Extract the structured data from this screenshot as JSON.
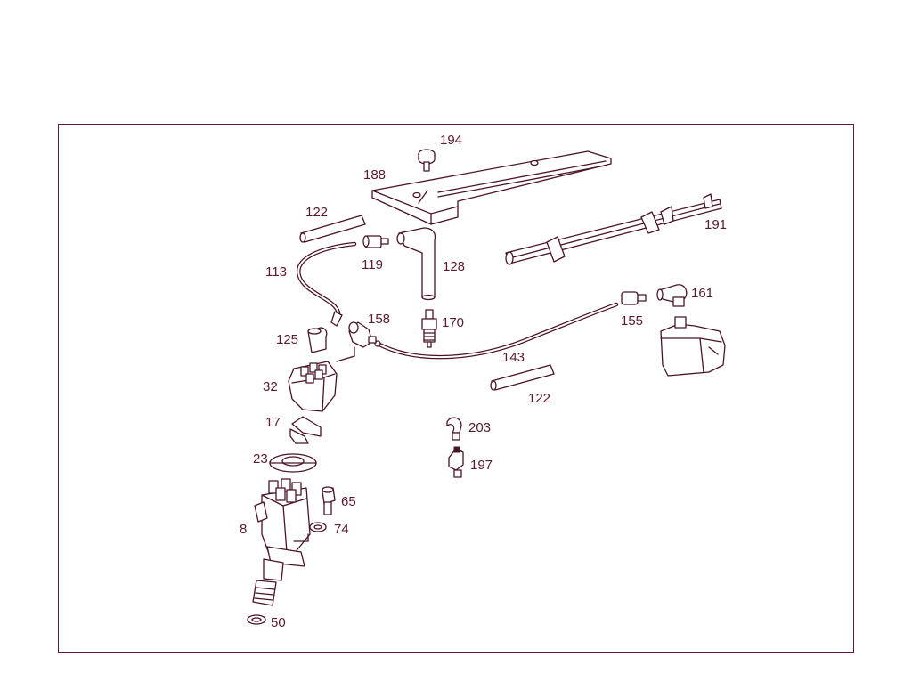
{
  "diagram": {
    "callouts": [
      {
        "id": "194",
        "text": "194"
      },
      {
        "id": "188",
        "text": "188"
      },
      {
        "id": "122a",
        "text": "122"
      },
      {
        "id": "191",
        "text": "191"
      },
      {
        "id": "119",
        "text": "119"
      },
      {
        "id": "128",
        "text": "128"
      },
      {
        "id": "113",
        "text": "113"
      },
      {
        "id": "161",
        "text": "161"
      },
      {
        "id": "158",
        "text": "158"
      },
      {
        "id": "170",
        "text": "170"
      },
      {
        "id": "155",
        "text": "155"
      },
      {
        "id": "125",
        "text": "125"
      },
      {
        "id": "143",
        "text": "143"
      },
      {
        "id": "32",
        "text": "32"
      },
      {
        "id": "122b",
        "text": "122"
      },
      {
        "id": "17",
        "text": "17"
      },
      {
        "id": "203",
        "text": "203"
      },
      {
        "id": "23",
        "text": "23"
      },
      {
        "id": "197",
        "text": "197"
      },
      {
        "id": "65",
        "text": "65"
      },
      {
        "id": "8",
        "text": "8"
      },
      {
        "id": "74",
        "text": "74"
      },
      {
        "id": "50",
        "text": "50"
      }
    ]
  }
}
